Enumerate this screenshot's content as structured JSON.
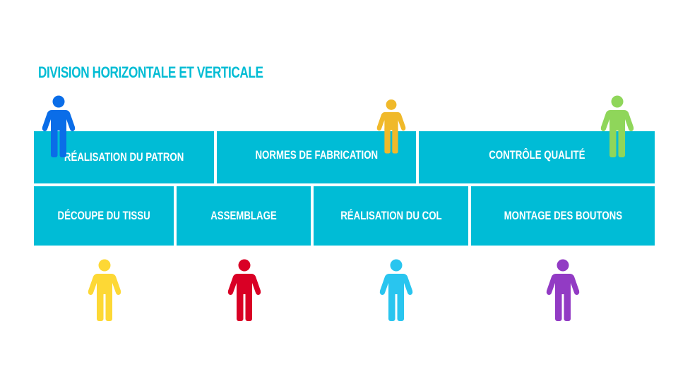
{
  "title": "DIVISION HORIZONTALE ET VERTICALE",
  "top_row": [
    {
      "label": "RÉALISATION DU PATRON",
      "figure_color": "#0a6de8"
    },
    {
      "label": "NORMES DE FABRICATION",
      "figure_color": "#f0b92a"
    },
    {
      "label": "CONTRÔLE QUALITÉ",
      "figure_color": "#8fd65a"
    }
  ],
  "bottom_row": [
    {
      "label": "DÉCOUPE DU TISSU",
      "figure_color": "#fdd835"
    },
    {
      "label": "ASSEMBLAGE",
      "figure_color": "#d90025"
    },
    {
      "label": "RÉALISATION DU COL",
      "figure_color": "#29c5ef"
    },
    {
      "label": "MONTAGE DES BOUTONS",
      "figure_color": "#923bc4"
    }
  ],
  "box_color": "#00bcd6"
}
